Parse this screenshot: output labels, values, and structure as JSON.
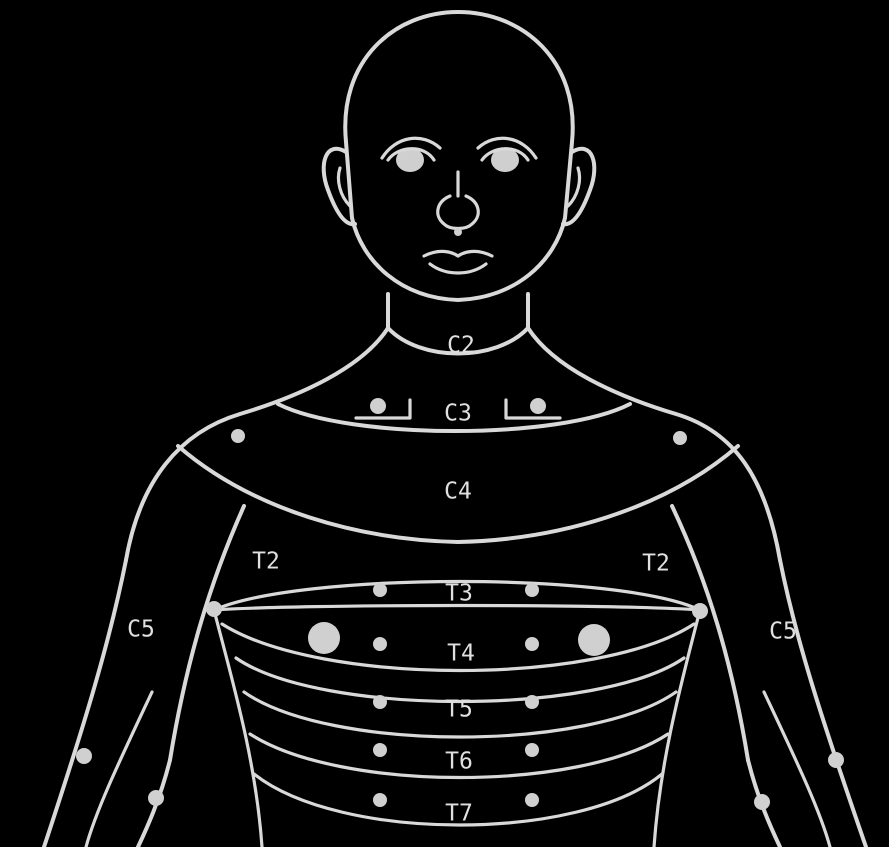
{
  "diagram": {
    "background_color": "#000000",
    "line_color": "#d9d9d9",
    "labels": {
      "c2": "C2",
      "c3": "C3",
      "c4": "C4",
      "t2_right": "T2",
      "t2_left": "T2",
      "c5_right": "C5",
      "c5_left": "C5",
      "t3": "T3",
      "t4": "T4",
      "t5": "T5",
      "t6": "T6",
      "t7": "T7"
    }
  }
}
